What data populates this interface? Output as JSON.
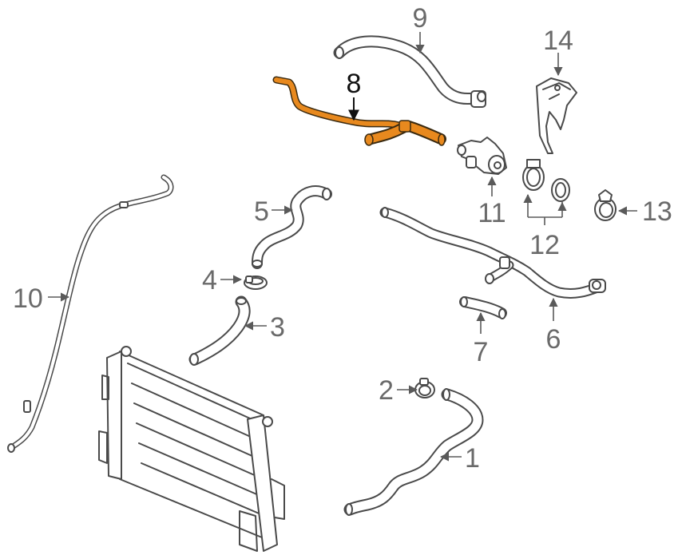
{
  "callouts": [
    {
      "id": "1",
      "label": "1"
    },
    {
      "id": "2",
      "label": "2"
    },
    {
      "id": "3",
      "label": "3"
    },
    {
      "id": "4",
      "label": "4"
    },
    {
      "id": "5",
      "label": "5"
    },
    {
      "id": "6",
      "label": "6"
    },
    {
      "id": "7",
      "label": "7"
    },
    {
      "id": "8",
      "label": "8"
    },
    {
      "id": "9",
      "label": "9"
    },
    {
      "id": "10",
      "label": "10"
    },
    {
      "id": "11",
      "label": "11"
    },
    {
      "id": "12",
      "label": "12"
    },
    {
      "id": "13",
      "label": "13"
    },
    {
      "id": "14",
      "label": "14"
    }
  ],
  "colors": {
    "highlight": "#e8891e",
    "line": "#4a4a4a",
    "callout_text": "#6a6a6a",
    "highlight_callout": "#111111",
    "background": "#ffffff"
  }
}
